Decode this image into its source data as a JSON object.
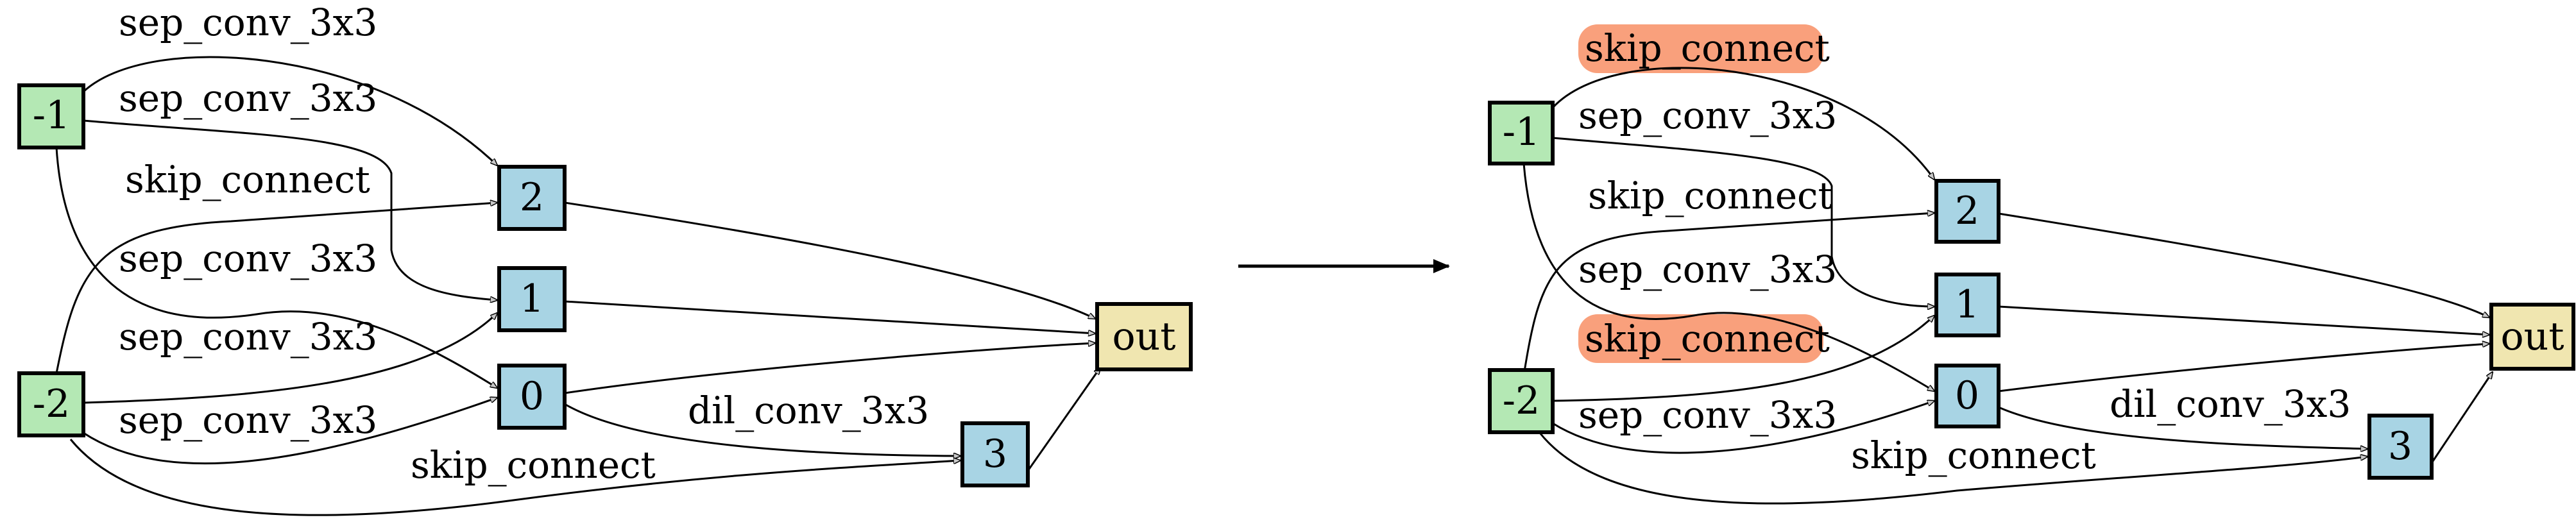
{
  "colors": {
    "input_node": "#b4e8b4",
    "op_node": "#a8d4e4",
    "out_node": "#f0e6b0",
    "highlight": "#f9a07c"
  },
  "diagrams": [
    {
      "nodes": {
        "in1": "-1",
        "in2": "-2",
        "n2": "2",
        "n1": "1",
        "n0": "0",
        "n3": "3",
        "out": "out"
      },
      "edge_labels": {
        "e1": "sep_conv_3x3",
        "e2": "sep_conv_3x3",
        "e3": "skip_connect",
        "e4": "sep_conv_3x3",
        "e5": "sep_conv_3x3",
        "e6": "sep_conv_3x3",
        "e7": "dil_conv_3x3",
        "e8": "skip_connect"
      }
    },
    {
      "nodes": {
        "in1": "-1",
        "in2": "-2",
        "n2": "2",
        "n1": "1",
        "n0": "0",
        "n3": "3",
        "out": "out"
      },
      "edge_labels": {
        "e1": "skip_connect",
        "e2": "sep_conv_3x3",
        "e3": "skip_connect",
        "e4": "sep_conv_3x3",
        "e5": "skip_connect",
        "e6": "sep_conv_3x3",
        "e7": "dil_conv_3x3",
        "e8": "skip_connect"
      },
      "highlighted_edges": [
        "e1",
        "e5"
      ]
    }
  ]
}
